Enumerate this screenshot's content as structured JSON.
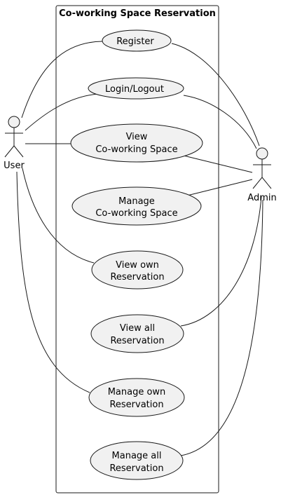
{
  "system": {
    "title": "Co-working Space Reservation"
  },
  "actors": {
    "user": {
      "label": "User"
    },
    "admin": {
      "label": "Admin"
    }
  },
  "use_cases": {
    "register": {
      "lines": [
        "Register"
      ]
    },
    "login_logout": {
      "lines": [
        "Login/Logout"
      ]
    },
    "view_space": {
      "lines": [
        "View",
        "Co-working Space"
      ]
    },
    "manage_space": {
      "lines": [
        "Manage",
        "Co-working Space"
      ]
    },
    "view_own": {
      "lines": [
        "View own",
        "Reservation"
      ]
    },
    "view_all": {
      "lines": [
        "View all",
        "Reservation"
      ]
    },
    "manage_own": {
      "lines": [
        "Manage own",
        "Reservation"
      ]
    },
    "manage_all": {
      "lines": [
        "Manage all",
        "Reservation"
      ]
    }
  },
  "associations": [
    {
      "actor": "user",
      "use_case": "register"
    },
    {
      "actor": "user",
      "use_case": "login_logout"
    },
    {
      "actor": "user",
      "use_case": "view_space"
    },
    {
      "actor": "user",
      "use_case": "view_own"
    },
    {
      "actor": "user",
      "use_case": "manage_own"
    },
    {
      "actor": "admin",
      "use_case": "register"
    },
    {
      "actor": "admin",
      "use_case": "login_logout"
    },
    {
      "actor": "admin",
      "use_case": "view_space"
    },
    {
      "actor": "admin",
      "use_case": "manage_space"
    },
    {
      "actor": "admin",
      "use_case": "view_all"
    },
    {
      "actor": "admin",
      "use_case": "manage_all"
    }
  ],
  "colors": {
    "stroke": "#181818",
    "fill": "#f1f1f1",
    "background": "#ffffff"
  }
}
